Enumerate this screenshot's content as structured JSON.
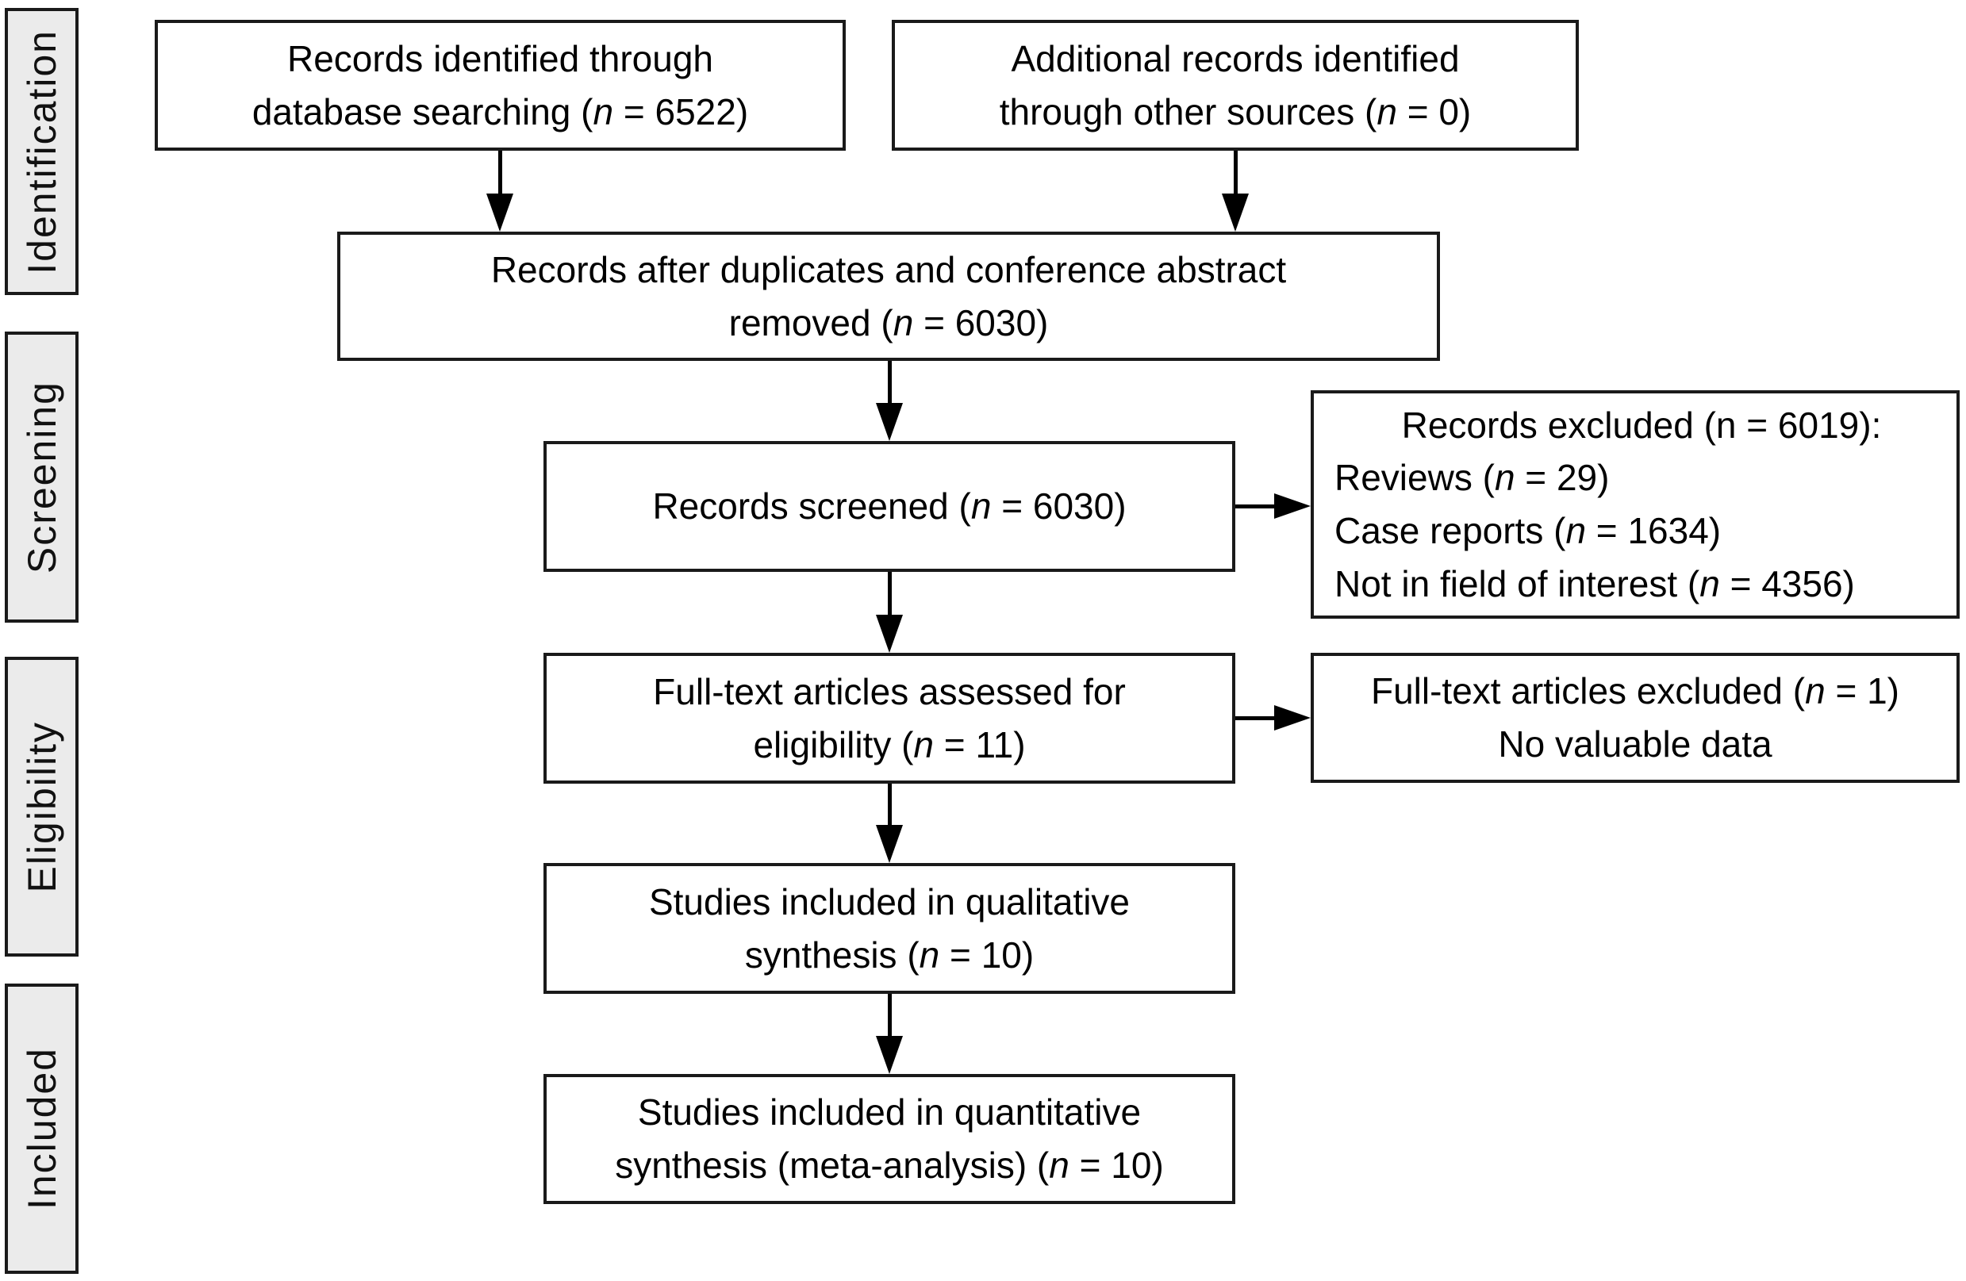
{
  "figure": {
    "kind": "PRISMA flow diagram",
    "background": "#ffffff"
  },
  "colors": {
    "box_border": "#1a1a1a",
    "box_fill": "#ffffff",
    "sidebar_fill": "#ebebeb",
    "text": "#000000",
    "arrow": "#000000"
  },
  "sidebar": {
    "stages": [
      {
        "label": "Identification"
      },
      {
        "label": "Screening"
      },
      {
        "label": "Eligibility"
      },
      {
        "label": "Included"
      }
    ]
  },
  "boxes": {
    "identified": {
      "lines": [
        [
          {
            "t": "Records identified through"
          }
        ],
        [
          {
            "t": "database searching ("
          },
          {
            "t": "n",
            "i": true
          },
          {
            "t": " = 6522)"
          }
        ]
      ]
    },
    "additional": {
      "lines": [
        [
          {
            "t": "Additional records identified"
          }
        ],
        [
          {
            "t": "through other sources ("
          },
          {
            "t": "n",
            "i": true
          },
          {
            "t": " = 0)"
          }
        ]
      ]
    },
    "deduplicated": {
      "lines": [
        [
          {
            "t": "Records after duplicates and conference abstract"
          }
        ],
        [
          {
            "t": "removed ("
          },
          {
            "t": "n",
            "i": true
          },
          {
            "t": " = 6030)"
          }
        ]
      ]
    },
    "screened": {
      "lines": [
        [
          {
            "t": "Records screened ("
          },
          {
            "t": "n",
            "i": true
          },
          {
            "t": " = 6030)"
          }
        ]
      ]
    },
    "records_excluded": {
      "lines": [
        [
          {
            "t": "Records excluded (n = 6019):"
          }
        ],
        [
          {
            "t": "Reviews ("
          },
          {
            "t": "n",
            "i": true
          },
          {
            "t": " = 29)"
          }
        ],
        [
          {
            "t": "Case reports ("
          },
          {
            "t": "n",
            "i": true
          },
          {
            "t": " = 1634)"
          }
        ],
        [
          {
            "t": "Not in field of interest ("
          },
          {
            "t": "n",
            "i": true
          },
          {
            "t": " = 4356)"
          }
        ]
      ]
    },
    "fulltext": {
      "lines": [
        [
          {
            "t": "Full-text articles assessed for"
          }
        ],
        [
          {
            "t": "eligibility ("
          },
          {
            "t": "n",
            "i": true
          },
          {
            "t": " = 11)"
          }
        ]
      ]
    },
    "fulltext_excluded": {
      "lines": [
        [
          {
            "t": "Full-text articles excluded ("
          },
          {
            "t": "n",
            "i": true
          },
          {
            "t": " = 1)"
          }
        ],
        [
          {
            "t": "No valuable data"
          }
        ]
      ]
    },
    "qualitative": {
      "lines": [
        [
          {
            "t": "Studies included in qualitative"
          }
        ],
        [
          {
            "t": "synthesis ("
          },
          {
            "t": "n",
            "i": true
          },
          {
            "t": " = 10)"
          }
        ]
      ]
    },
    "quantitative": {
      "lines": [
        [
          {
            "t": "Studies included in quantitative"
          }
        ],
        [
          {
            "t": "synthesis (meta-analysis) ("
          },
          {
            "t": "n",
            "i": true
          },
          {
            "t": " = 10)"
          }
        ]
      ]
    }
  }
}
